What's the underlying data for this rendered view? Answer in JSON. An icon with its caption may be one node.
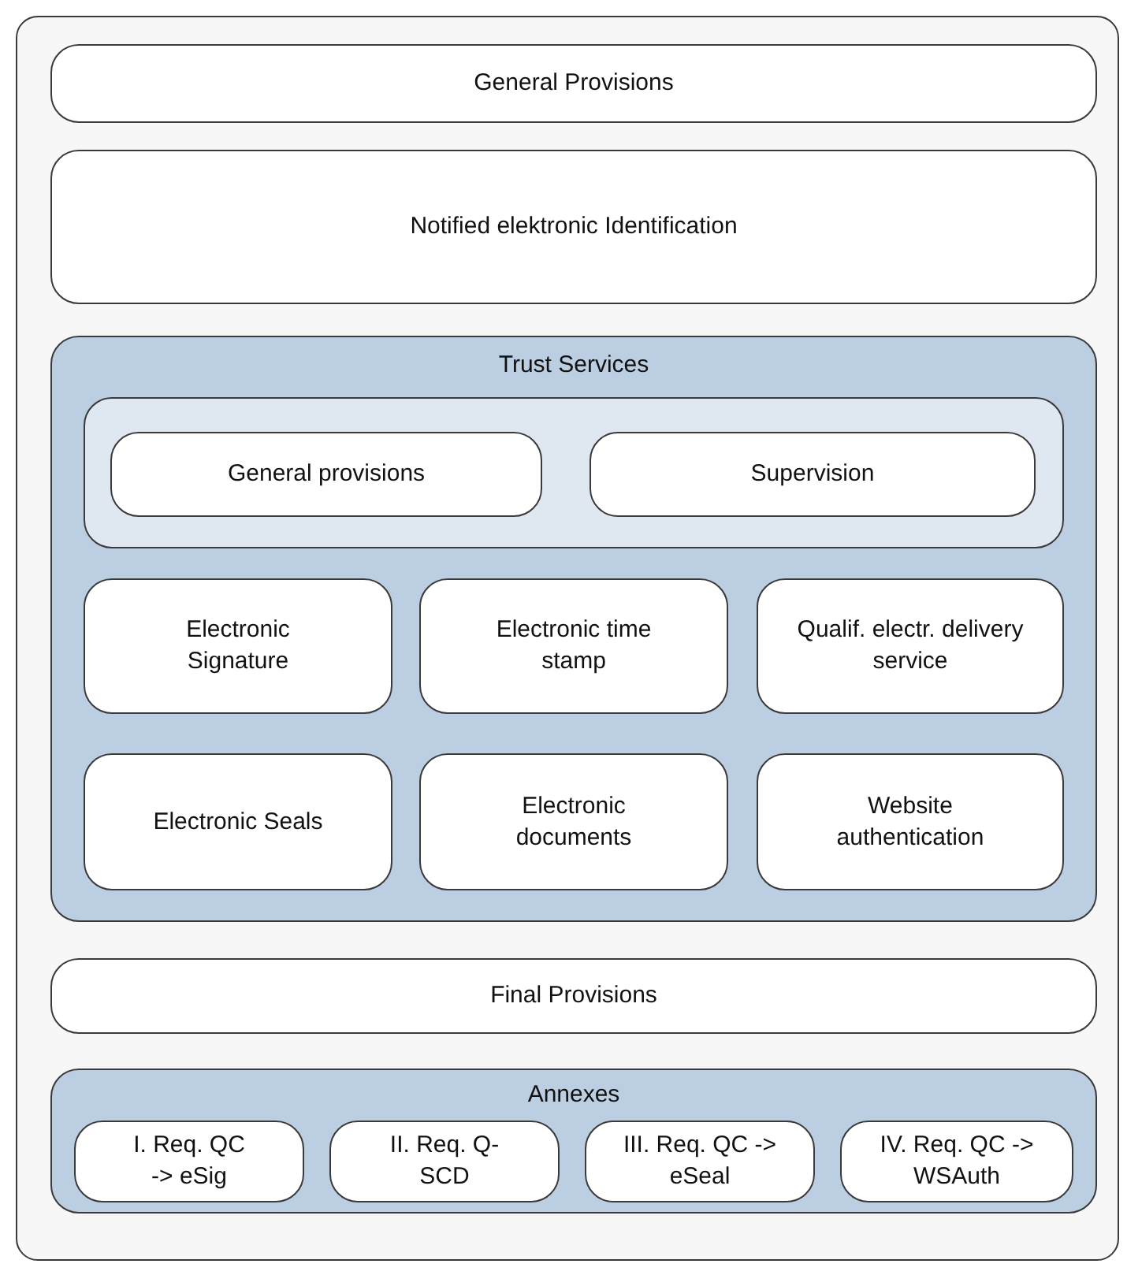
{
  "diagram": {
    "nodes": [
      {
        "text": [],
        "shape": "box"
      },
      {
        "text": [
          "General Provisions"
        ],
        "in": 0
      },
      {
        "text": [
          "Notified elektronic Identification"
        ],
        "in": 0
      },
      {
        "text": [
          "Trust Services"
        ],
        "in": 0
      },
      {
        "text": [],
        "shape": "box",
        "in": 3
      },
      {
        "text": [
          "General provisions"
        ],
        "in": 4
      },
      {
        "text": [
          "Supervision"
        ],
        "in": 4
      },
      {
        "text": [
          "Electronic Signature"
        ],
        "in": 3
      },
      {
        "text": [
          "Electronic time stamp"
        ],
        "in": 3
      },
      {
        "text": [
          "Qualif. electr. delivery service"
        ],
        "in": 3
      },
      {
        "text": [
          "Electronic Seals"
        ],
        "in": 3
      },
      {
        "text": [
          "Electronic documents"
        ],
        "in": 3
      },
      {
        "text": [
          "Website authentication"
        ],
        "in": 3
      },
      {
        "text": [
          "Final Provisions"
        ],
        "in": 0
      },
      {
        "text": [
          "Annexes"
        ],
        "in": 0
      },
      {
        "text": [
          "I. Req. QC -> eSig"
        ],
        "in": 14
      },
      {
        "text": [
          "II. Req. Q-SCD"
        ],
        "in": 14
      },
      {
        "text": [
          "III. Req. QC -> eSeal"
        ],
        "in": 14
      },
      {
        "text": [
          "IV. Req. QC -> WSAuth"
        ],
        "in": 14
      }
    ]
  }
}
